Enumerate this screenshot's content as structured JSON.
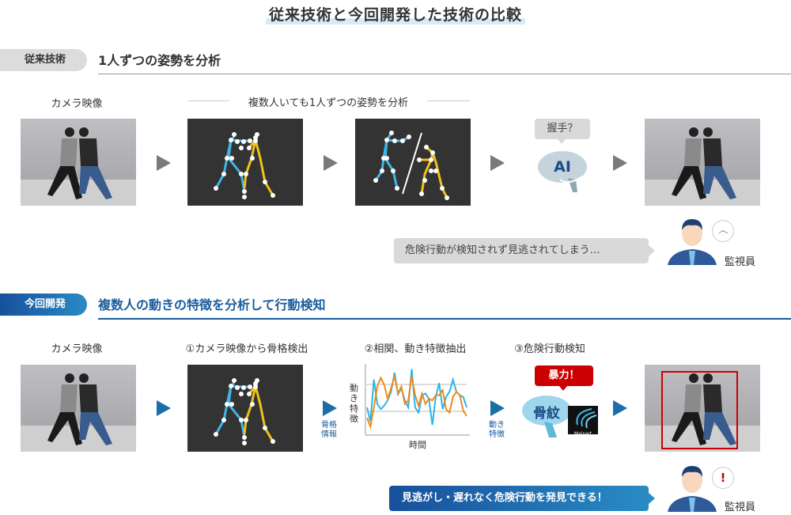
{
  "title": "従来技術と今回開発した技術の比較",
  "old_section": {
    "badge": "従来技術",
    "heading": "1人ずつの姿勢を分析",
    "camera_label": "カメラ映像",
    "analysis_label": "複数人いても1人ずつの姿勢を分析",
    "ai_bubble": "握手？",
    "ai_text": "AI",
    "message": "危険行動が検知されず見逃されてしまう…",
    "role": "監視員",
    "role_icon": "confused-swirl-icon"
  },
  "new_section": {
    "badge": "今回開発",
    "heading": "複数人の動きの特徴を分析して行動検知",
    "camera_label": "カメラ映像",
    "step1": "①カメラ映像から骨格検出",
    "step2": "②相関、動き特徴抽出",
    "step3": "③危険行動検知",
    "arrow1_label": "骨格\n情報",
    "arrow1_l1": "骨格",
    "arrow1_l2": "情報",
    "arrow2_l1": "動き",
    "arrow2_l2": "特徴",
    "alert_bubble": "暴力！",
    "brain_text": "骨紋",
    "logo_text": "Maisart",
    "message": "見逃がし・遅れなく危険行動を発見できる！",
    "role": "監視員",
    "role_icon_text": "!"
  },
  "colors": {
    "accent_blue": "#1a5d9e",
    "skeleton_blue": "#3fb6e8",
    "skeleton_yellow": "#f2c21b",
    "alert_red": "#cc0000",
    "series_orange": "#f08a1c"
  },
  "chart_data": {
    "type": "line",
    "title": "",
    "xlabel": "時間",
    "ylabel": "動き特徴",
    "grid": true,
    "series": [
      {
        "name": "blue",
        "color": "#2bb6e6",
        "values": [
          30,
          14,
          62,
          34,
          28,
          32,
          38,
          48,
          70,
          45,
          52,
          38,
          30,
          74,
          30,
          24,
          44,
          46,
          40,
          10,
          42,
          58,
          28,
          42,
          48,
          62,
          48,
          44,
          42,
          30
        ]
      },
      {
        "name": "orange",
        "color": "#f08a1c",
        "values": [
          18,
          8,
          30,
          54,
          64,
          56,
          40,
          52,
          66,
          46,
          54,
          34,
          38,
          66,
          44,
          32,
          46,
          34,
          40,
          38,
          44,
          44,
          50,
          28,
          24,
          42,
          48,
          44,
          26,
          20
        ]
      }
    ]
  }
}
